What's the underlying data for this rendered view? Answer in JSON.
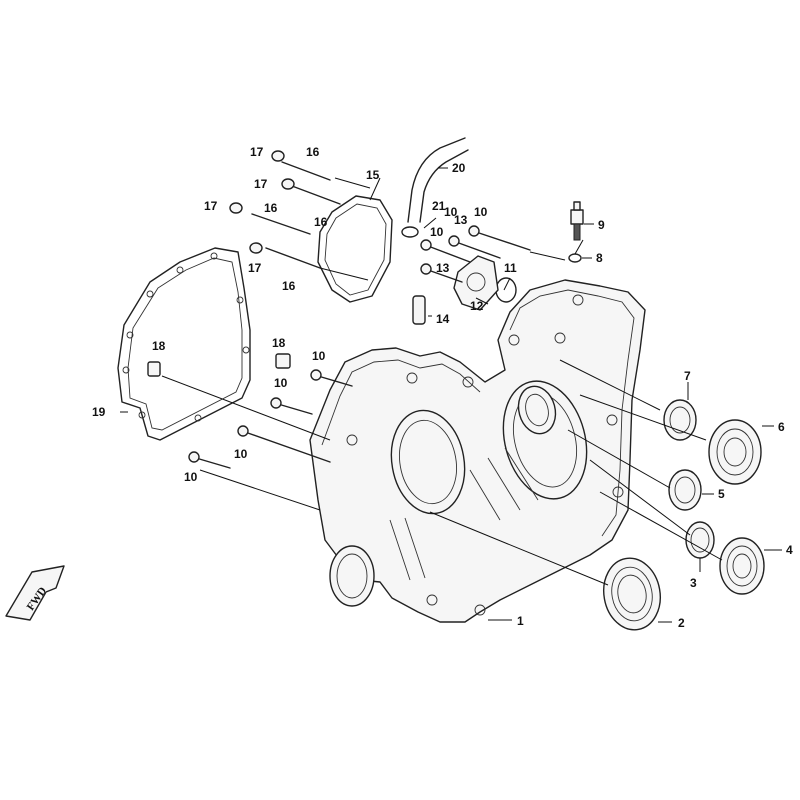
{
  "callouts": [
    {
      "id": "c1",
      "label": "1"
    },
    {
      "id": "c2",
      "label": "2"
    },
    {
      "id": "c3",
      "label": "3"
    },
    {
      "id": "c4",
      "label": "4"
    },
    {
      "id": "c5",
      "label": "5"
    },
    {
      "id": "c6",
      "label": "6"
    },
    {
      "id": "c7",
      "label": "7"
    },
    {
      "id": "c8",
      "label": "8"
    },
    {
      "id": "c9",
      "label": "9"
    },
    {
      "id": "c10a",
      "label": "10"
    },
    {
      "id": "c10b",
      "label": "10"
    },
    {
      "id": "c10c",
      "label": "10"
    },
    {
      "id": "c10d",
      "label": "10"
    },
    {
      "id": "c10e",
      "label": "10"
    },
    {
      "id": "c10f",
      "label": "10"
    },
    {
      "id": "c10g",
      "label": "10"
    },
    {
      "id": "c11",
      "label": "11"
    },
    {
      "id": "c12",
      "label": "12"
    },
    {
      "id": "c13a",
      "label": "13"
    },
    {
      "id": "c13b",
      "label": "13"
    },
    {
      "id": "c14",
      "label": "14"
    },
    {
      "id": "c15",
      "label": "15"
    },
    {
      "id": "c16a",
      "label": "16"
    },
    {
      "id": "c16b",
      "label": "16"
    },
    {
      "id": "c16c",
      "label": "16"
    },
    {
      "id": "c16d",
      "label": "16"
    },
    {
      "id": "c17a",
      "label": "17"
    },
    {
      "id": "c17b",
      "label": "17"
    },
    {
      "id": "c17c",
      "label": "17"
    },
    {
      "id": "c17d",
      "label": "17"
    },
    {
      "id": "c18",
      "label": "18"
    },
    {
      "id": "c19",
      "label": "19"
    },
    {
      "id": "c20",
      "label": "20"
    },
    {
      "id": "c21",
      "label": "21"
    }
  ],
  "fwd_label": "FWD"
}
